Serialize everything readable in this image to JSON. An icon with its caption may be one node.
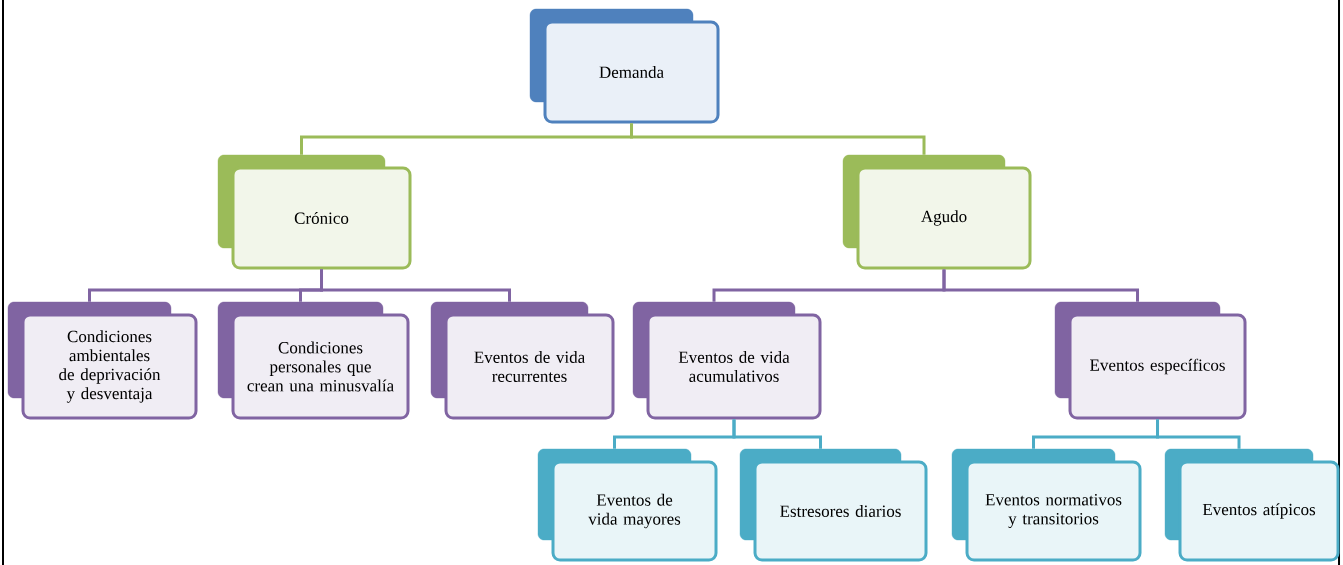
{
  "diagram": {
    "nodes": [
      {
        "text": [
          "Demanda"
        ]
      },
      {
        "text": [
          "Crónico"
        ]
      },
      {
        "text": [
          "Agudo"
        ]
      },
      {
        "text": [
          "Condiciones ambientales de deprivación y desventaja"
        ]
      },
      {
        "text": [
          "Condiciones personales que crean una minusvalía"
        ]
      },
      {
        "text": [
          "Eventos de vida recurrentes"
        ]
      },
      {
        "text": [
          "Eventos de vida acumulativos"
        ]
      },
      {
        "text": [
          "Eventos específicos"
        ]
      },
      {
        "text": [
          "Eventos de vida mayores"
        ]
      },
      {
        "text": [
          "Estresores diarios"
        ]
      },
      {
        "text": [
          "Eventos normativos y transitorios"
        ]
      },
      {
        "text": [
          "Eventos atípicos"
        ]
      }
    ],
    "edges": [
      {
        "from": 0,
        "to": 1,
        "arrow": "none",
        "color": "#9bbb59"
      },
      {
        "from": 0,
        "to": 2,
        "arrow": "none",
        "color": "#9bbb59"
      },
      {
        "from": 1,
        "to": 3,
        "arrow": "none"
      },
      {
        "from": 1,
        "to": 4,
        "arrow": "none"
      },
      {
        "from": 1,
        "to": 5,
        "arrow": "none"
      },
      {
        "from": 2,
        "to": 6,
        "arrow": "none"
      },
      {
        "from": 2,
        "to": 7,
        "arrow": "none"
      },
      {
        "from": 6,
        "to": 8,
        "arrow": "none",
        "color": "#4bacc6"
      },
      {
        "from": 6,
        "to": 9,
        "arrow": "none",
        "color": "#4bacc6"
      },
      {
        "from": 7,
        "to": 10,
        "arrow": "none",
        "color": "#4bacc6"
      },
      {
        "from": 7,
        "to": 11,
        "arrow": "none",
        "color": "#4bacc6"
      }
    ]
  }
}
